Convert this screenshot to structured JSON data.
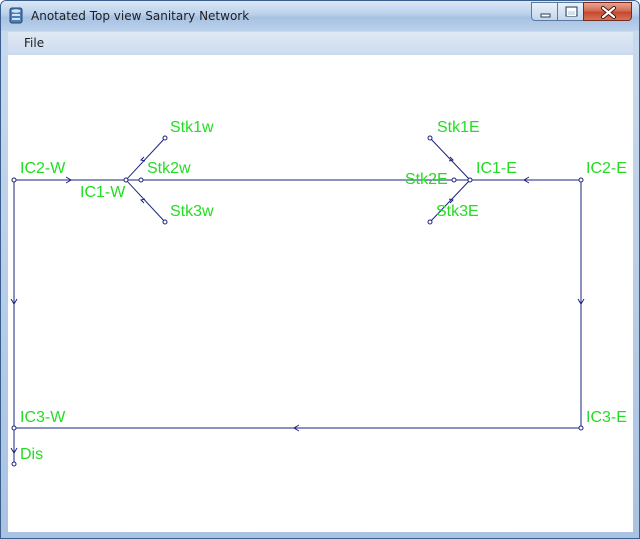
{
  "window": {
    "title": "Anotated Top view Sanitary Network",
    "app_icon": "database-icon",
    "controls": {
      "minimize_icon": "minimize-icon",
      "maximize_icon": "maximize-icon",
      "close_icon": "close-icon"
    }
  },
  "menu": {
    "items": [
      {
        "label": "File"
      }
    ]
  },
  "diagram": {
    "line_color": "#1a237e",
    "label_color": "#22dd22",
    "node_labels": {
      "stk1w": "Stk1w",
      "stk2w": "Stk2w",
      "stk3w": "Stk3w",
      "ic1w": "IC1-W",
      "ic2w": "IC2-W",
      "ic3w": "IC3-W",
      "dis": "Dis",
      "stk1e": "Stk1E",
      "stk2e": "Stk2E",
      "stk3e": "Stk3E",
      "ic1e": "IC1-E",
      "ic2e": "IC2-E",
      "ic3e": "IC3-E"
    }
  }
}
